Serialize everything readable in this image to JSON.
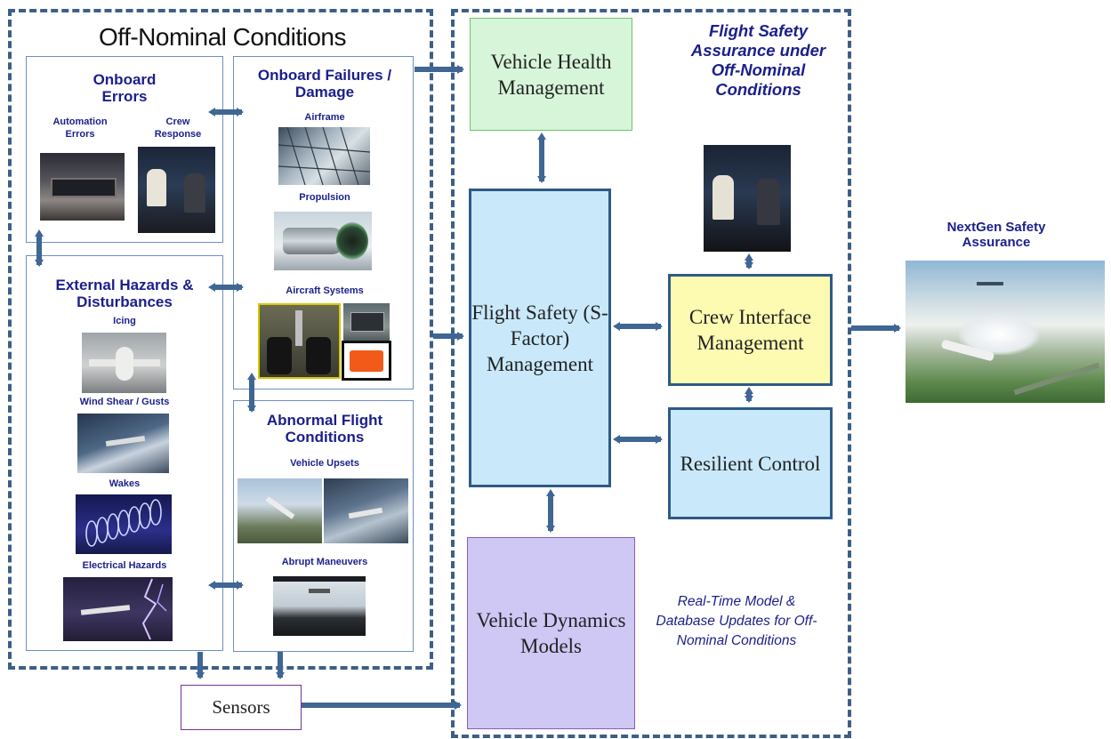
{
  "left_group": {
    "title": "Off-Nominal Conditions",
    "onboard_errors": {
      "title": "Onboard Errors",
      "automation_errors": "Automation Errors",
      "crew_response": "Crew Response"
    },
    "onboard_failures": {
      "title": "Onboard Failures / Damage",
      "airframe": "Airframe",
      "propulsion": "Propulsion",
      "aircraft_systems": "Aircraft Systems"
    },
    "external_hazards": {
      "title": "External Hazards & Disturbances",
      "icing": "Icing",
      "wind_shear": "Wind Shear / Gusts",
      "wakes": "Wakes",
      "electrical": "Electrical Hazards"
    },
    "abnormal_flight": {
      "title": "Abnormal Flight Conditions",
      "vehicle_upsets": "Vehicle Upsets",
      "abrupt_maneuvers": "Abrupt Maneuvers"
    }
  },
  "sensors": "Sensors",
  "right_group": {
    "title": "Flight Safety Assurance under Off-Nominal Conditions",
    "vehicle_health": "Vehicle Health Management",
    "flight_safety": "Flight Safety (S-Factor) Management",
    "crew_interface": "Crew Interface Management",
    "resilient_control": "Resilient Control",
    "vehicle_dynamics": "Vehicle Dynamics Models",
    "note": "Real-Time Model & Database Updates for Off-Nominal Conditions"
  },
  "nextgen": "NextGen Safety Assurance",
  "colors": {
    "dash_border": "#3d5f86",
    "arrow": "#3f6694",
    "title_text": "#1a1f8a",
    "vehicle_health_fill": "#d6f5d9",
    "flight_safety_fill": "#c9e9fb",
    "crew_interface_fill": "#fdfab1",
    "resilient_fill": "#c9e9fb",
    "vehicle_dynamics_fill": "#cfc7f4"
  }
}
